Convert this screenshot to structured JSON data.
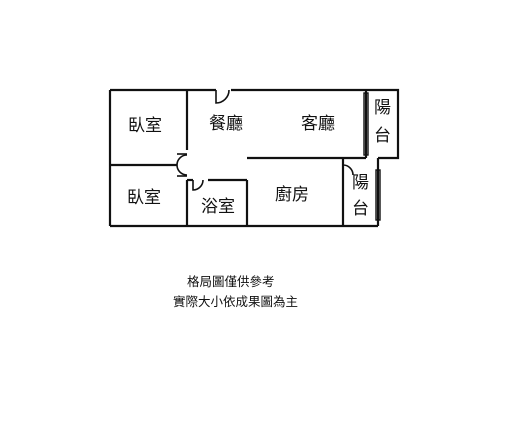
{
  "rooms": {
    "bedroom_top": "臥室",
    "bedroom_bottom": "臥室",
    "dining": "餐廳",
    "living": "客廳",
    "balcony_top": [
      "陽",
      "台"
    ],
    "bathroom": "浴室",
    "kitchen": "廚房",
    "balcony_side": [
      "陽",
      "台"
    ]
  },
  "notes": {
    "line1": "格局圖僅供參考",
    "line2": "實際大小依成果圖為主"
  }
}
